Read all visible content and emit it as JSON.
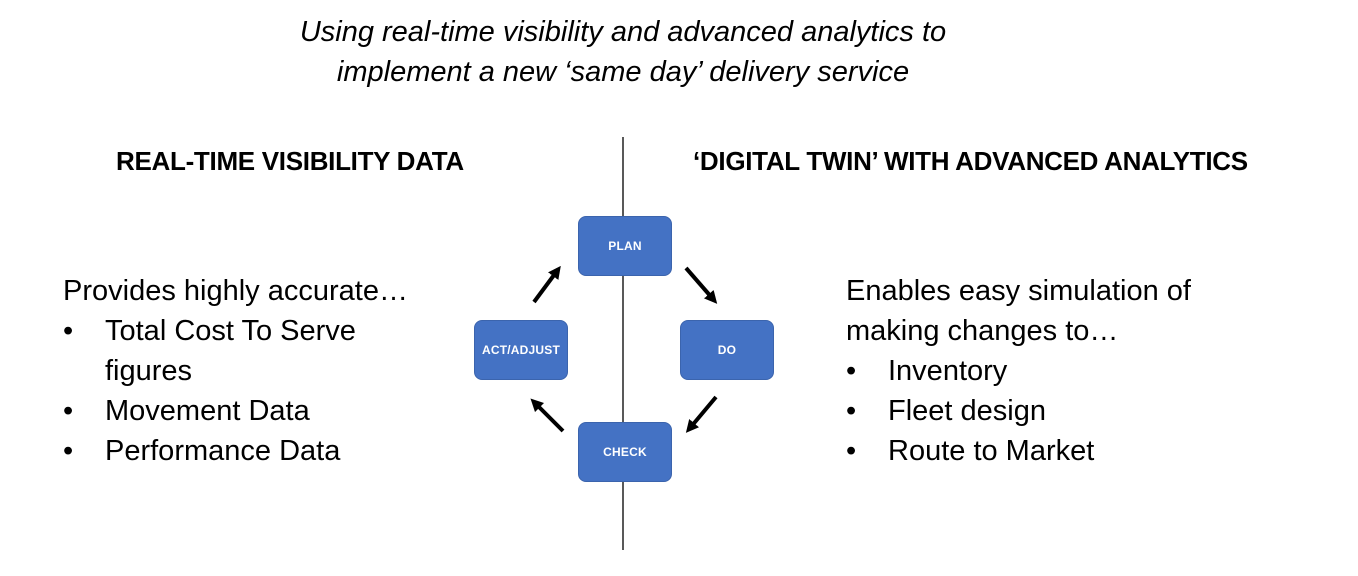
{
  "title": {
    "line1": "Using real-time visibility and advanced analytics to",
    "line2": "implement a new ‘same day’ delivery service"
  },
  "left": {
    "heading": "REAL-TIME VISIBILITY DATA",
    "intro": "Provides highly accurate…",
    "bullets": [
      "Total Cost To Serve figures",
      "Movement Data",
      "Performance Data"
    ]
  },
  "right": {
    "heading": "‘DIGITAL TWIN’ WITH ADVANCED ANALYTICS",
    "intro_line1": "Enables easy simulation of",
    "intro_line2": "making changes to…",
    "bullets": [
      "Inventory",
      "Fleet design",
      "Route to Market"
    ]
  },
  "cycle": {
    "plan": "PLAN",
    "do": "DO",
    "check": "CHECK",
    "act": "ACT/ADJUST"
  },
  "colors": {
    "box_fill": "#4472c4",
    "divider": "#595959"
  }
}
